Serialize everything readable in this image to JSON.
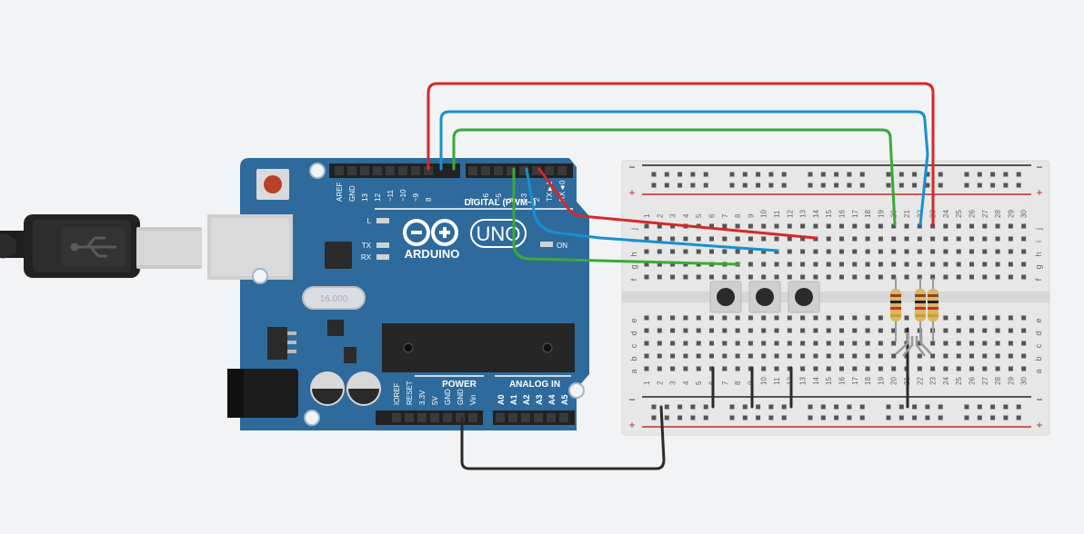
{
  "arduino": {
    "logo_text": "ARDUINO",
    "model": "UNO",
    "digital_header": "DIGITAL (PWM~)",
    "power_label": "POWER",
    "analog_label": "ANALOG IN",
    "crystal_label": "16.000",
    "led_labels": [
      "L",
      "TX",
      "RX"
    ],
    "on_label": "ON",
    "top_pins": [
      "AREF",
      "GND",
      "13",
      "12",
      "~11",
      "~10",
      "~9",
      "8",
      "7",
      "~6",
      "~5",
      "4",
      "~3",
      "2",
      "TX►1",
      "RX◄0"
    ],
    "power_pins": [
      "IOREF",
      "RESET",
      "3.3V",
      "5V",
      "GND",
      "GND",
      "Vin"
    ],
    "analog_pins": [
      "A0",
      "A1",
      "A2",
      "A3",
      "A4",
      "A5"
    ]
  },
  "breadboard": {
    "column_numbers": [
      "1",
      "2",
      "3",
      "4",
      "5",
      "6",
      "7",
      "8",
      "9",
      "10",
      "11",
      "12",
      "13",
      "14",
      "15",
      "16",
      "17",
      "18",
      "19",
      "20",
      "21",
      "22",
      "23",
      "24",
      "25",
      "26",
      "27",
      "28",
      "29",
      "30"
    ],
    "upper_rows": [
      "j",
      "i",
      "h",
      "g",
      "f"
    ],
    "lower_rows": [
      "e",
      "d",
      "c",
      "b",
      "a"
    ],
    "minus_label": "−",
    "plus_label": "+"
  },
  "colors": {
    "background": "#f1f3f5",
    "board": "#2e6a9c",
    "wire_red": "#d62828",
    "wire_blue": "#1790cf",
    "wire_green": "#3aaa35",
    "wire_black": "#2b2b2b"
  }
}
